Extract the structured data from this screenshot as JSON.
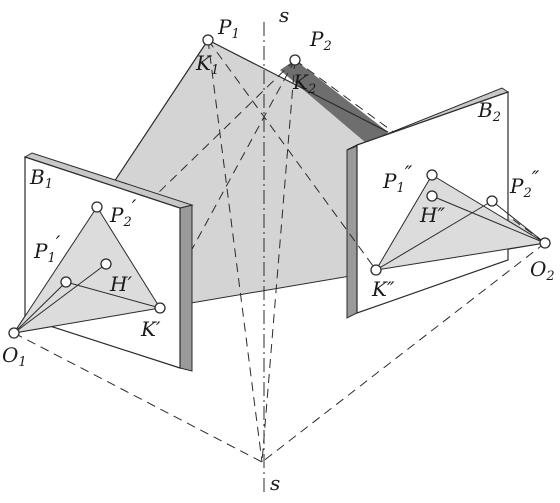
{
  "labels": {
    "s_top": "s",
    "s_bottom": "s",
    "p1": "P",
    "p1_sub": "1",
    "p2": "P",
    "p2_sub": "2",
    "k1": "K",
    "k1_sub": "1",
    "k2": "K",
    "k2_sub": "2",
    "b1": "B",
    "b1_sub": "1",
    "b2": "B",
    "b2_sub": "2",
    "o1": "O",
    "o1_sub": "1",
    "o2": "O",
    "o2_sub": "2",
    "p1_prime": "P",
    "p1_prime_sub": "1",
    "p1_prime_mark": "′",
    "p2_prime": "P",
    "p2_prime_sub": "2",
    "p2_prime_mark": "′",
    "h_prime": "H′",
    "k_prime": "K′",
    "p1_dprime": "P",
    "p1_dprime_sub": "1",
    "p1_dprime_mark": "″",
    "p2_dprime": "P",
    "p2_dprime_sub": "2",
    "p2_dprime_mark": "″",
    "h_dprime": "H″",
    "k_dprime": "K″"
  },
  "colors": {
    "line": "#2b2b2b",
    "plane_fill": "#d4d4d4",
    "plane_fill_light": "#e2e2e2",
    "panel_face": "#ffffff",
    "panel_edge": "#9a9a9a",
    "dark_strip": "#6e6e6e"
  }
}
